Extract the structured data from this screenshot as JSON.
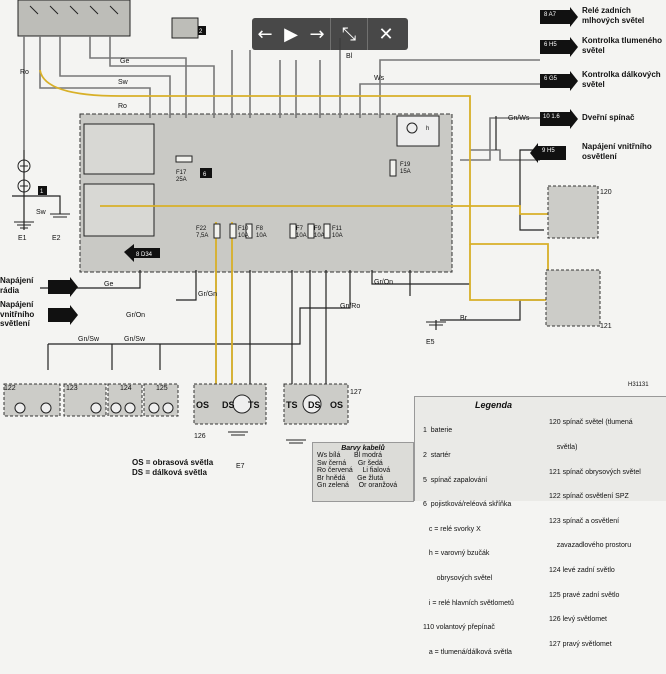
{
  "toolbar": {
    "buttons": [
      {
        "name": "previous",
        "glyph": "←"
      },
      {
        "name": "play",
        "glyph": "▶"
      },
      {
        "name": "next",
        "glyph": "→"
      },
      {
        "name": "collapse",
        "glyph": "⤡"
      },
      {
        "name": "close",
        "glyph": "✕"
      }
    ]
  },
  "right_refs": [
    {
      "ref": "8 A7",
      "text1": "Relé zadních",
      "text2": "mlhových světel"
    },
    {
      "ref": "6 H5",
      "text1": "Kontrolka tlumeného",
      "text2": "světel"
    },
    {
      "ref": "6 G5",
      "text1": "Kontrolka dálkových",
      "text2": "světel"
    },
    {
      "ref": "10 1.6",
      "text1": "Dveřní spínač",
      "text2": ""
    },
    {
      "ref": "9 H5",
      "text1": "Napájení vnitřního",
      "text2": "osvětlení"
    }
  ],
  "left_refs": [
    {
      "text1": "Napájení",
      "text2": "rádia"
    },
    {
      "text1": "Napájení",
      "text2": "vnitřního světlení"
    }
  ],
  "wire_labels": {
    "ro": "Ro",
    "ge": "Ge",
    "sw": "Sw",
    "ws": "Ws",
    "bl": "Bl",
    "br": "Br",
    "gn_ws": "Gn/Ws",
    "gr_gn": "Gr/Gn",
    "gn_sw": "Gn/Sw",
    "gn_ro": "Gn/Ro",
    "gr_on": "Gr/On"
  },
  "fuses": {
    "f17": "F17",
    "f17_rating": "25A",
    "f19": "F19",
    "f19_rating": "15A",
    "f22": "F22",
    "f22_rating": "7,5A",
    "f10": "F10",
    "f10_rating": "10A",
    "f8": "F8",
    "f8_rating": "10A",
    "f7": "F7",
    "f7_rating": "10A",
    "f9": "F9",
    "f9_rating": "10A",
    "f11": "F11",
    "f11_rating": "10A"
  },
  "components": {
    "e1": "E1",
    "e2": "E2",
    "e5": "E5",
    "e7": "E7",
    "c120": "120",
    "c121": "121",
    "c122": "122",
    "c123": "123",
    "c124": "124",
    "c125": "125",
    "c126": "126",
    "c127": "127",
    "battery": "1",
    "starter": "2",
    "relay6": "6",
    "d34": "8 D34",
    "h31": "H31131"
  },
  "lamp_labels": {
    "os": "OS",
    "ds": "DS",
    "ts": "TS"
  },
  "osds": {
    "line1": "OS = obrasová světla",
    "line2": "DS = dálková světla"
  },
  "legend": {
    "title": "Legenda",
    "col1": [
      "1  baterie",
      "2  startér",
      "5  spínač zapalování",
      "6  pojistková/reléová skříňka",
      "   c = relé svorky X",
      "   h = varovný bzučák",
      "       obrysových světel",
      "   i = relé hlavních světlometů",
      "110 volantový přepínač",
      "   a = tlumená/dálková světla"
    ],
    "col2": [
      "120 spínač světel (tlumená",
      "    světla)",
      "121 spínač obrysových světel",
      "122 spínač osvětlení SPZ",
      "123 spínač a osvětlení",
      "    zavazadlového prostoru",
      "124 levé zadní světlo",
      "125 pravé zadní světlo",
      "126 levý světlomet",
      "127 pravý světlomet"
    ]
  },
  "colors": {
    "title": "Barvy kabelů",
    "rows": [
      "Ws bílá       Bl modrá",
      "Sw černá      Gr šedá",
      "Ro červená     Li fialová",
      "Br hnědá      Ge žlutá",
      "Gn zelená     Or oranžová"
    ]
  }
}
